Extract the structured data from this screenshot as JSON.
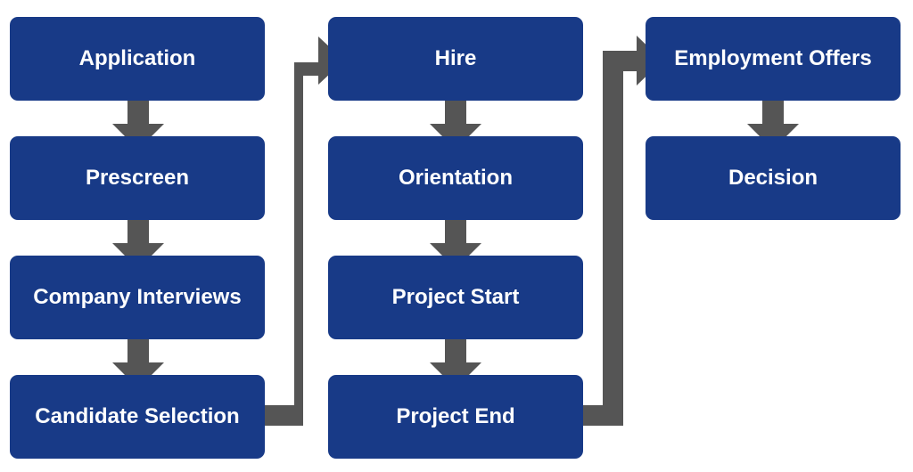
{
  "diagram": {
    "box_color": "#183a87",
    "arrow_color": "#555555",
    "text_color": "#ffffff",
    "columns": [
      {
        "steps": [
          "Application",
          "Prescreen",
          "Company Interviews",
          "Candidate Selection"
        ]
      },
      {
        "steps": [
          "Hire",
          "Orientation",
          "Project Start",
          "Project End"
        ]
      },
      {
        "steps": [
          "Employment Offers",
          "Decision"
        ]
      }
    ]
  }
}
